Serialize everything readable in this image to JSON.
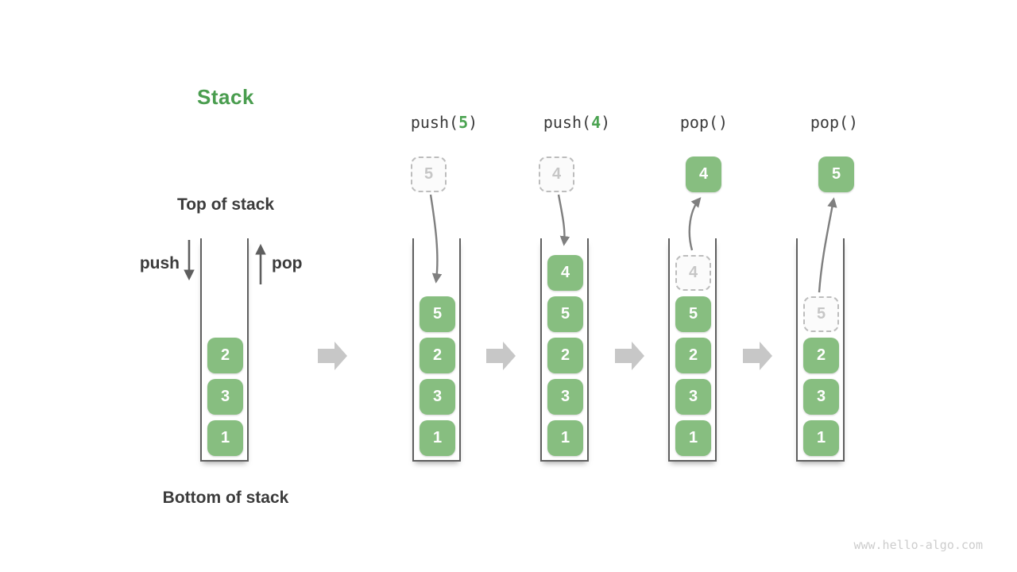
{
  "title": "Stack",
  "labels": {
    "top_of_stack": "Top of stack",
    "bottom_of_stack": "Bottom of stack",
    "push": "push",
    "pop": "pop"
  },
  "watermark": "www.hello-algo.com",
  "colors": {
    "title_green": "#4A9D4F",
    "box_green": "#87BE80",
    "operation_arg_green": "#4BA351",
    "dark_text": "#3B3B3B",
    "ghost_gray": "#BDBDBD",
    "thin_arrow_gray": "#7F7F7F",
    "block_arrow_gray": "#C7C7C7"
  },
  "columns": [
    {
      "name": "initial-stack",
      "stack": [
        "2",
        "3",
        "1"
      ]
    },
    {
      "name": "after-push-5",
      "op_prefix": "push(",
      "op_arg": "5",
      "op_suffix": ")",
      "floating_value": "5",
      "stack": [
        "5",
        "2",
        "3",
        "1"
      ]
    },
    {
      "name": "after-push-4",
      "op_prefix": "push(",
      "op_arg": "4",
      "op_suffix": ")",
      "floating_value": "4",
      "stack": [
        "4",
        "5",
        "2",
        "3",
        "1"
      ]
    },
    {
      "name": "after-pop-4",
      "operation": "pop()",
      "popped_value": "4",
      "ghost_top": "4",
      "stack": [
        "5",
        "2",
        "3",
        "1"
      ]
    },
    {
      "name": "after-pop-5",
      "operation": "pop()",
      "popped_value": "5",
      "ghost_top": "5",
      "stack": [
        "2",
        "3",
        "1"
      ]
    }
  ]
}
